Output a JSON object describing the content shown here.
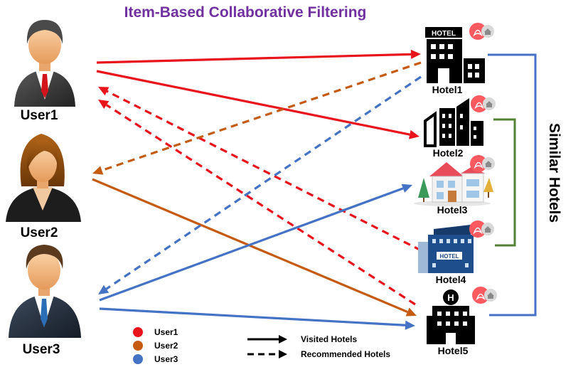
{
  "title": "Item-Based Collaborative Filtering",
  "side_label": "Similar Hotels",
  "colors": {
    "user1": "#e8141c",
    "user2": "#c55a11",
    "user3": "#4472c4",
    "title": "#7030a0",
    "bracket_blue": "#4472c4",
    "bracket_green": "#548235",
    "airbnb": "#ff5a5f"
  },
  "users": [
    {
      "id": "user1",
      "label": "User1",
      "icon": "businessman-avatar-icon"
    },
    {
      "id": "user2",
      "label": "User2",
      "icon": "businesswoman-avatar-icon"
    },
    {
      "id": "user3",
      "label": "User3",
      "icon": "businessman-avatar-icon"
    }
  ],
  "hotels": [
    {
      "id": "hotel1",
      "label": "Hotel1",
      "sign": "HOTEL",
      "icon": "hotel-building-icon"
    },
    {
      "id": "hotel2",
      "label": "Hotel2",
      "icon": "city-buildings-icon"
    },
    {
      "id": "hotel3",
      "label": "Hotel3",
      "icon": "house-icon"
    },
    {
      "id": "hotel4",
      "label": "Hotel4",
      "sign": "HOTEL",
      "icon": "hotel-building-icon"
    },
    {
      "id": "hotel5",
      "label": "Hotel5",
      "sign": "H",
      "icon": "hotel-building-icon"
    }
  ],
  "legend": {
    "users": [
      {
        "label": "User1",
        "color": "#e8141c"
      },
      {
        "label": "User2",
        "color": "#c55a11"
      },
      {
        "label": "User3",
        "color": "#4472c4"
      }
    ],
    "visited": "Visited Hotels",
    "recommended": "Recommended Hotels"
  },
  "edges": [
    {
      "from": "user1",
      "to": "hotel1",
      "style": "solid",
      "color": "#e8141c"
    },
    {
      "from": "user1",
      "to": "hotel2",
      "style": "solid",
      "color": "#e8141c"
    },
    {
      "from": "hotel4",
      "to": "user1",
      "style": "dashed",
      "color": "#e8141c"
    },
    {
      "from": "hotel5",
      "to": "user1",
      "style": "dashed",
      "color": "#e8141c"
    },
    {
      "from": "hotel1",
      "to": "user2",
      "style": "dashed",
      "color": "#c55a11"
    },
    {
      "from": "user2",
      "to": "hotel5",
      "style": "solid",
      "color": "#c55a11"
    },
    {
      "from": "hotel1",
      "to": "user3",
      "style": "dashed",
      "color": "#4472c4"
    },
    {
      "from": "user3",
      "to": "hotel3",
      "style": "solid",
      "color": "#4472c4"
    },
    {
      "from": "user3",
      "to": "hotel5",
      "style": "solid",
      "color": "#4472c4"
    }
  ],
  "similar_groups": [
    {
      "hotels": [
        "hotel1",
        "hotel5"
      ],
      "color": "#4472c4"
    },
    {
      "hotels": [
        "hotel2",
        "hotel4"
      ],
      "color": "#548235"
    }
  ]
}
